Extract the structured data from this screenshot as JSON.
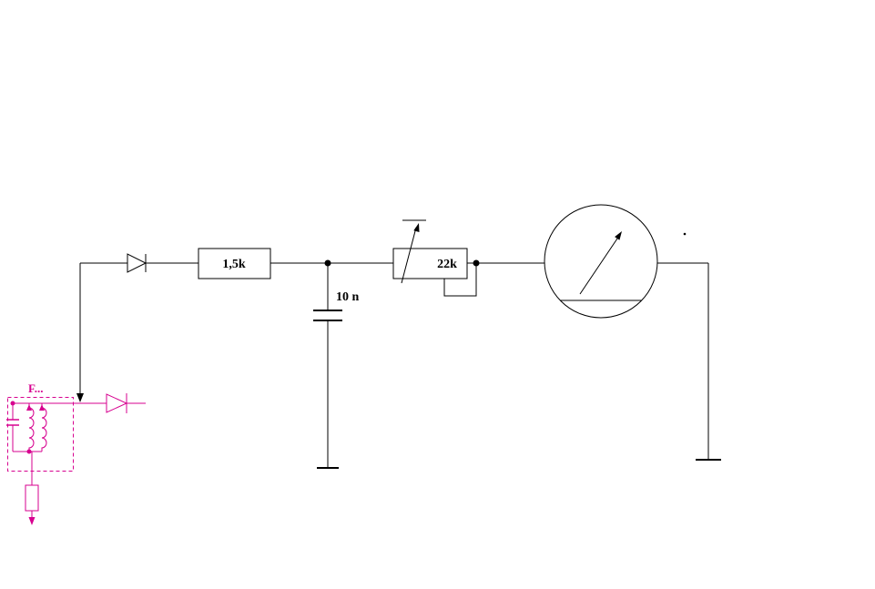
{
  "diagram": {
    "labels": {
      "series_resistor": "1,5k",
      "filter_capacitor": "10 n",
      "potentiometer": "22k",
      "detector_block": "F..."
    }
  },
  "colors": {
    "background": "#ffffff",
    "wire": "#000000",
    "detector": "#d7008f"
  }
}
